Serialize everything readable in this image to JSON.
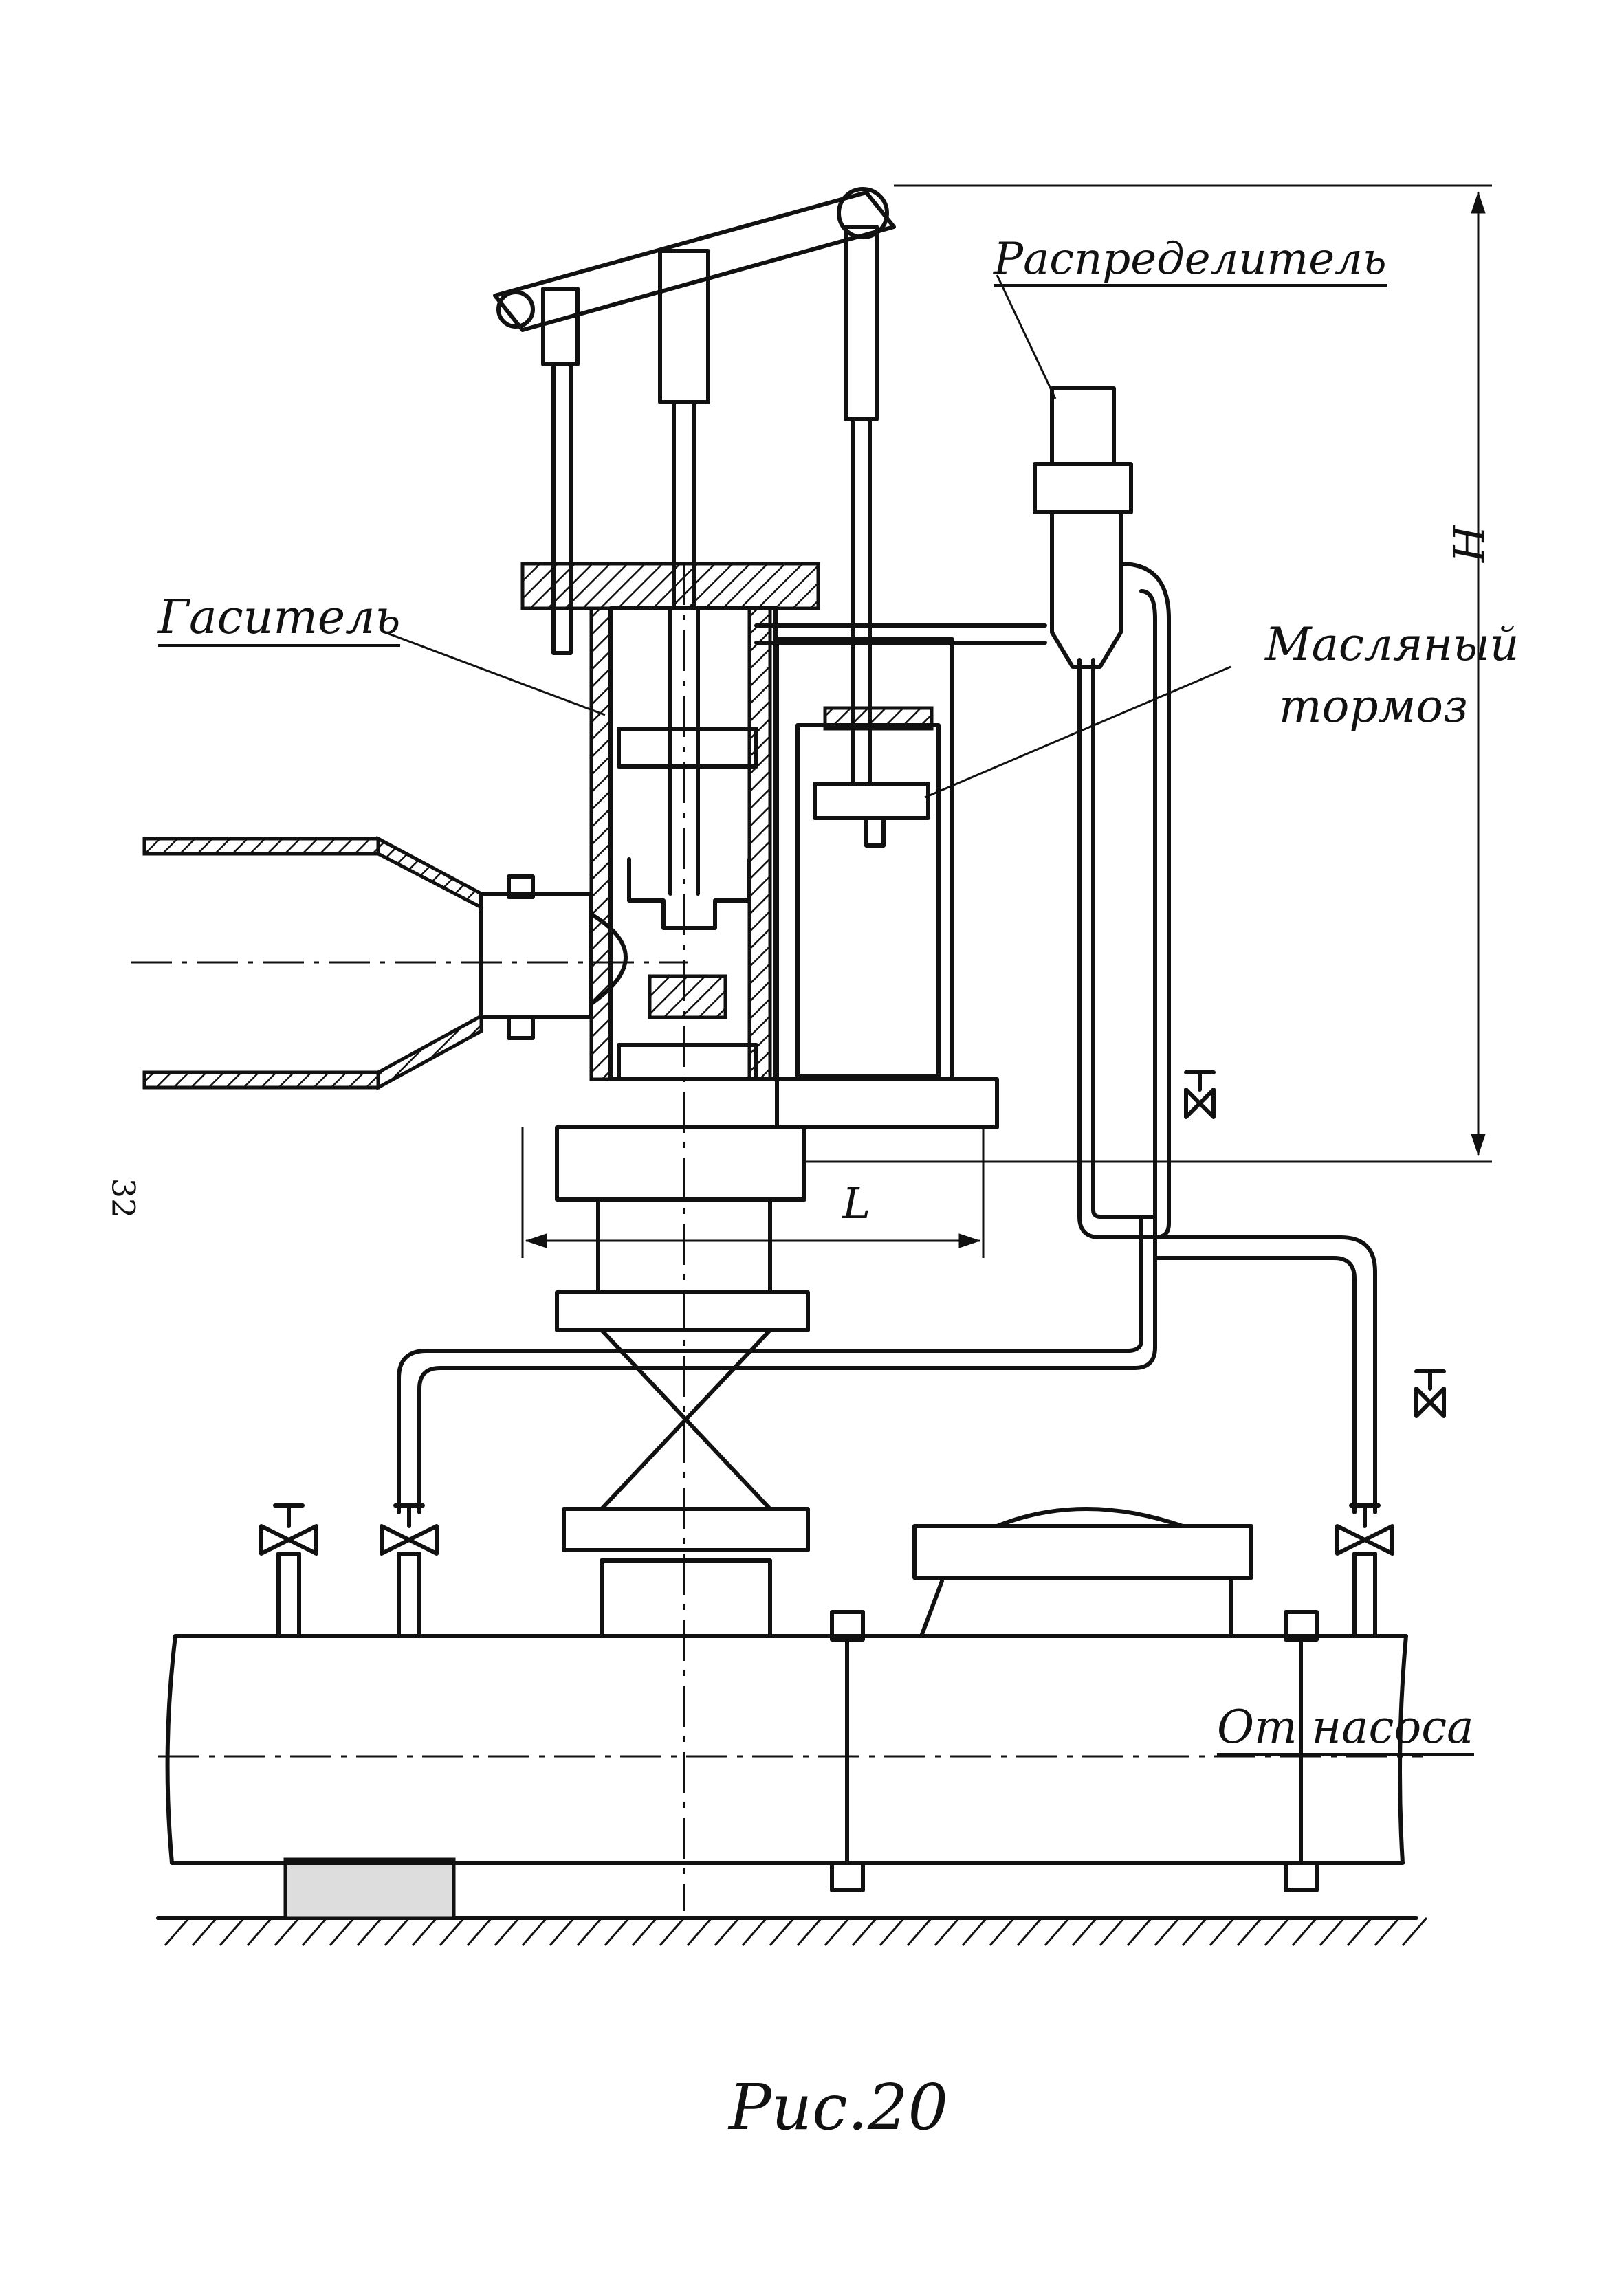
{
  "figure": {
    "caption": "Рис.20",
    "page_number": "32"
  },
  "labels": {
    "distributor": "Распределитель",
    "damper": "Гаситель",
    "oil_brake_line1": "Масляный",
    "oil_brake_line2": "тормоз",
    "from_pump": "От насоса",
    "dim_h": "H",
    "dim_l": "L"
  },
  "colors": {
    "ink": "#111111",
    "paper": "#ffffff"
  }
}
